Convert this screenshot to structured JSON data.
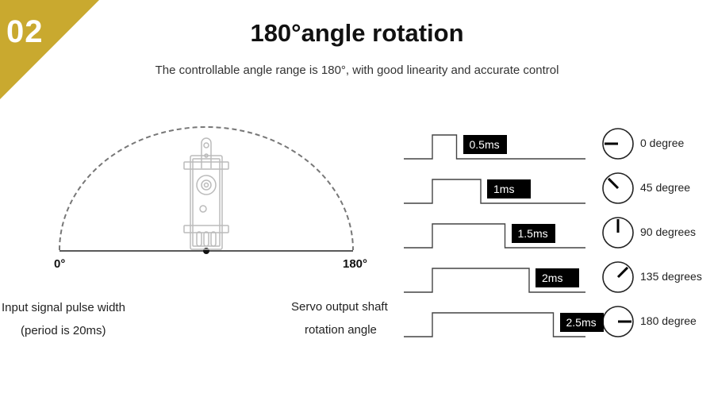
{
  "badge": {
    "number": "02",
    "color": "#c9a92f"
  },
  "title": "180°angle rotation",
  "subtitle": "The controllable angle range is 180°, with good linearity and accurate control",
  "arc": {
    "start_label": "0°",
    "end_label": "180°"
  },
  "left_caption": {
    "line1": "Input signal pulse width",
    "line2": "(period is 20ms)"
  },
  "right_caption": {
    "line1": "Servo output shaft",
    "line2": "rotation angle"
  },
  "pulses": [
    {
      "width_label": "0.5ms",
      "width_ms": 0.5,
      "angle_label": "0 degree",
      "angle_deg": 0
    },
    {
      "width_label": "1ms",
      "width_ms": 1.0,
      "angle_label": "45 degree",
      "angle_deg": 45
    },
    {
      "width_label": "1.5ms",
      "width_ms": 1.5,
      "angle_label": "90 degrees",
      "angle_deg": 90
    },
    {
      "width_label": "2ms",
      "width_ms": 2.0,
      "angle_label": "135 degrees",
      "angle_deg": 135
    },
    {
      "width_label": "2.5ms",
      "width_ms": 2.5,
      "angle_label": "180 degree",
      "angle_deg": 180
    }
  ]
}
